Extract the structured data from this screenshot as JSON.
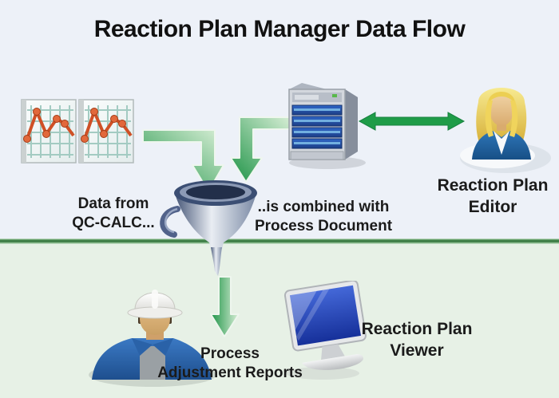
{
  "title": "Reaction Plan Manager Data Flow",
  "theme": {
    "background_top": "#edf1f8",
    "background_bottom": "#e7f1e6",
    "divider_green": "#2f7038",
    "arrow_green": "#1f9c48",
    "text_color": "#1b1b1b"
  },
  "nodes": {
    "qc_calc_data": {
      "icon": "line-charts-icon",
      "label": "Data from\nQC-CALC..."
    },
    "process_document": {
      "icon": "server-icon",
      "label": "..is combined with\nProcess Document"
    },
    "reaction_plan_editor": {
      "icon": "businesswoman-icon",
      "label": "Reaction Plan\nEditor"
    },
    "data_funnel": {
      "icon": "funnel-icon"
    },
    "process_adjustment_reports": {
      "icon": "worker-hardhat-icon",
      "label": "Process\nAdjustment Reports"
    },
    "reaction_plan_viewer": {
      "icon": "monitor-icon",
      "label": "Reaction Plan\nViewer"
    }
  },
  "connections": [
    {
      "name": "charts-to-funnel-arrow",
      "type": "elbow-down"
    },
    {
      "name": "server-to-funnel-arrow",
      "type": "elbow-down"
    },
    {
      "name": "server-editor-arrow",
      "type": "double-headed-horizontal"
    },
    {
      "name": "funnel-to-reports-arrow",
      "type": "straight-down"
    }
  ]
}
